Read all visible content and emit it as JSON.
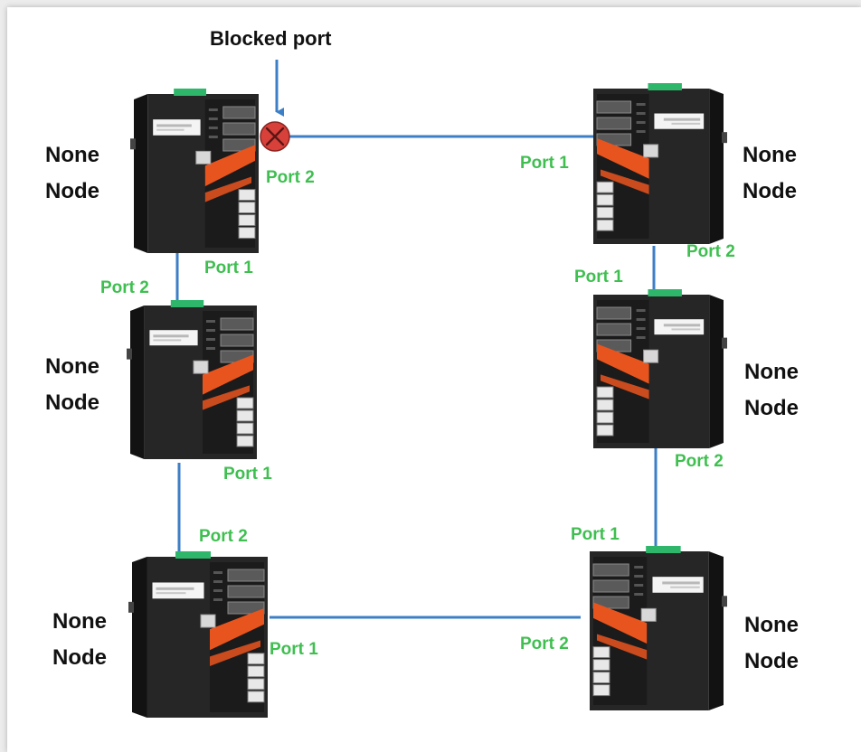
{
  "title": "Blocked port",
  "colors": {
    "link": "#3d7fc7",
    "port_label": "#3fbf50",
    "blocked_fill": "#d8403a",
    "switch_body": "#262626",
    "switch_side": "#121212",
    "accent": "#e8541e",
    "terminal": "#2eb66a"
  },
  "nodes": [
    {
      "id": "sw1",
      "role_line1": "None",
      "role_line2": "Node"
    },
    {
      "id": "sw2",
      "role_line1": "None",
      "role_line2": "Node"
    },
    {
      "id": "sw3",
      "role_line1": "None",
      "role_line2": "Node"
    },
    {
      "id": "sw4",
      "role_line1": "None",
      "role_line2": "Node"
    },
    {
      "id": "sw5",
      "role_line1": "None",
      "role_line2": "Node"
    },
    {
      "id": "sw6",
      "role_line1": "None",
      "role_line2": "Node"
    }
  ],
  "links": [
    {
      "from": "sw1",
      "from_port": "Port 2",
      "to": "sw2",
      "to_port": "Port 1",
      "blocked_end": "sw1"
    },
    {
      "from": "sw2",
      "from_port": "Port 2",
      "to": "sw3",
      "to_port": "Port 1"
    },
    {
      "from": "sw3",
      "from_port": "Port 2",
      "to": "sw4",
      "to_port": "Port 1"
    },
    {
      "from": "sw4",
      "from_port": "Port 2",
      "to": "sw5",
      "to_port": "Port 1"
    },
    {
      "from": "sw5",
      "from_port": "Port 2",
      "to": "sw6",
      "to_port": "Port 1"
    },
    {
      "from": "sw6",
      "from_port": "Port 2",
      "to": "sw1",
      "to_port": "Port 1"
    }
  ]
}
